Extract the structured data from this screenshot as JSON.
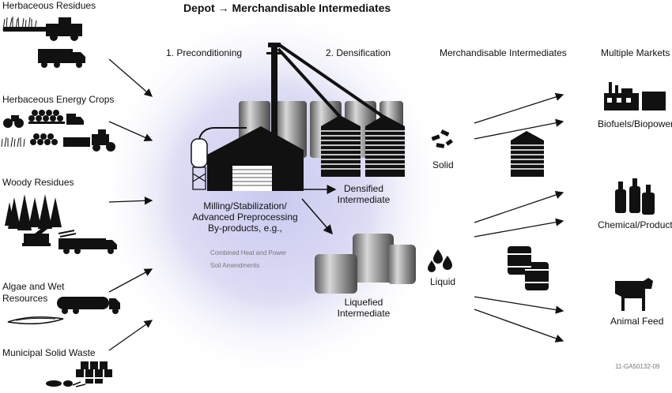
{
  "title": {
    "left": "Depot",
    "arrow": "→",
    "right": "Merchandisable Intermediates"
  },
  "sources": [
    {
      "label": "Herbaceous Residues"
    },
    {
      "label": "Herbaceous Energy Crops"
    },
    {
      "label": "Woody Residues"
    },
    {
      "label_line1": "Algae and Wet",
      "label_line2": "Resources"
    },
    {
      "label": "Municipal Solid Waste"
    }
  ],
  "steps": {
    "preconditioning": "1. Preconditioning",
    "densification": "2. Densification"
  },
  "process": {
    "line1": "Milling/Stabilization/",
    "line2": "Advanced Preprocessing",
    "line3": "By-products, e.g.,",
    "byproduct1": "Combined Heat and Power",
    "byproduct2": "Soil Amendments"
  },
  "intermediates": {
    "header": "Merchandisable Intermediates",
    "densified_line1": "Densified",
    "densified_line2": "Intermediate",
    "liquefied_line1": "Liquefied",
    "liquefied_line2": "Intermediate",
    "solid": "Solid",
    "liquid": "Liquid"
  },
  "markets": {
    "header": "Multiple Markets",
    "biofuels": "Biofuels/Biopower",
    "chemical": "Chemical/Products",
    "feed": "Animal Feed"
  },
  "figure_id": "11-GA50132-09"
}
